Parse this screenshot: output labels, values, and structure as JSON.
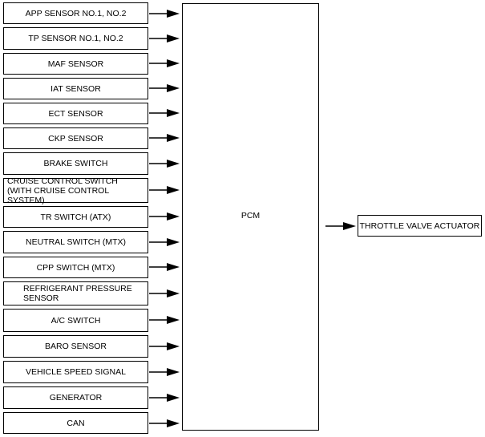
{
  "inputs": [
    "APP SENSOR NO.1, NO.2",
    "TP SENSOR NO.1, NO.2",
    "MAF SENSOR",
    "IAT SENSOR",
    "ECT SENSOR",
    "CKP SENSOR",
    "BRAKE SWITCH",
    "CRUISE CONTROL SWITCH\n(WITH CRUISE CONTROL SYSTEM)",
    "TR SWITCH (ATX)",
    "NEUTRAL SWITCH (MTX)",
    "CPP SWITCH (MTX)",
    "REFRIGERANT PRESSURE\nSENSOR",
    "A/C SWITCH",
    "BARO SENSOR",
    "VEHICLE SPEED SIGNAL",
    "GENERATOR",
    "CAN"
  ],
  "pcm_label": "PCM",
  "output": "THROTTLE VALVE ACTUATOR"
}
